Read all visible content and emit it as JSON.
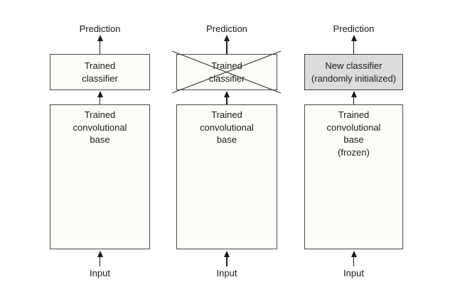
{
  "diagram": {
    "columns": [
      {
        "prediction_label": "Prediction",
        "classifier": {
          "lines": [
            "Trained",
            "classifier"
          ],
          "crossed_out": false,
          "highlighted": false
        },
        "base": {
          "lines": [
            "Trained",
            "convolutional",
            "base"
          ]
        },
        "input_label": "Input"
      },
      {
        "prediction_label": "Prediction",
        "classifier": {
          "lines": [
            "Trained",
            "classifier"
          ],
          "crossed_out": true,
          "highlighted": false
        },
        "base": {
          "lines": [
            "Trained",
            "convolutional",
            "base"
          ]
        },
        "input_label": "Input"
      },
      {
        "prediction_label": "Prediction",
        "classifier": {
          "lines": [
            "New classifier",
            "(randomly initialized)"
          ],
          "crossed_out": false,
          "highlighted": true
        },
        "base": {
          "lines": [
            "Trained",
            "convolutional",
            "base",
            "(frozen)"
          ]
        },
        "input_label": "Input"
      }
    ],
    "colors": {
      "background": "#ffffff",
      "box_fill": "#fcfcf9",
      "box_border": "#4a4a4a",
      "highlight_fill": "#dcdcda",
      "highlight_border": "#3d3d3d",
      "text": "#1a1a1a",
      "arrow": "#1a1a1a",
      "cross": "#3d3d3d"
    }
  }
}
